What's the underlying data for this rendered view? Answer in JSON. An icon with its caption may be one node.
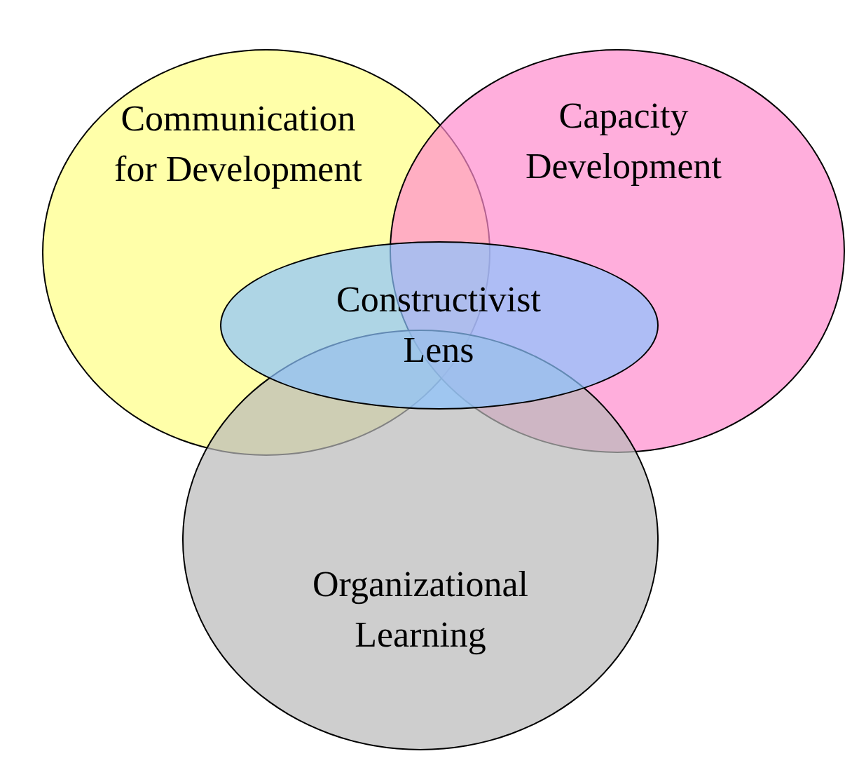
{
  "diagram": {
    "nodes": [
      {
        "text": [
          "Communication for Development"
        ]
      },
      {
        "text": [
          "Capacity Development"
        ]
      },
      {
        "text": [
          "Constructivist Lens"
        ]
      },
      {
        "text": [
          "Organizational Learning"
        ]
      }
    ]
  }
}
